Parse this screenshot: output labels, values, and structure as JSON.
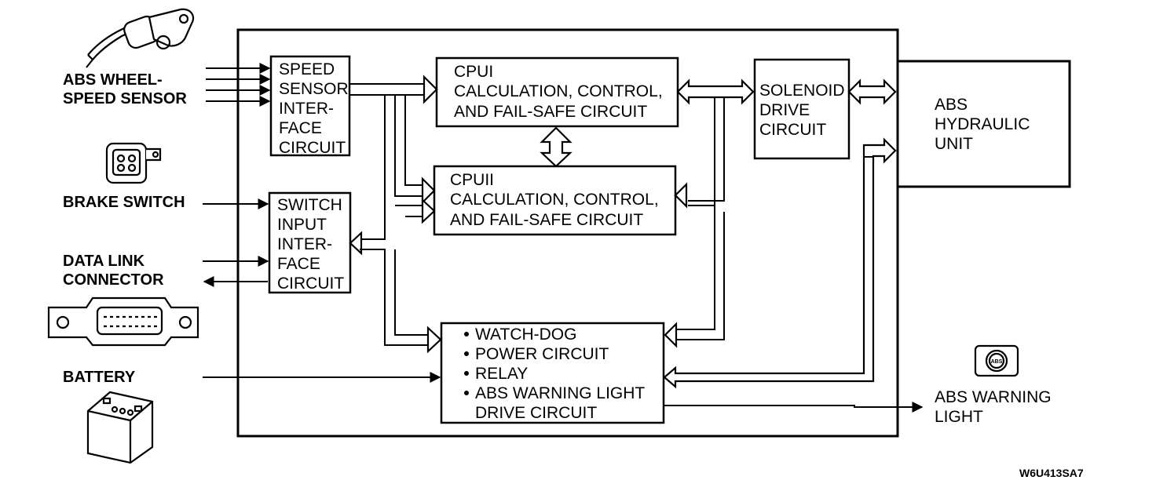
{
  "external": {
    "wheel_sensor": [
      "ABS WHEEL-",
      "SPEED SENSOR"
    ],
    "brake_switch": "BRAKE SWITCH",
    "data_link": [
      "DATA LINK",
      "CONNECTOR"
    ],
    "battery": "BATTERY",
    "hydraulic_unit": [
      "ABS",
      "HYDRAULIC",
      "UNIT"
    ],
    "warning_light": [
      "ABS WARNING",
      "LIGHT"
    ],
    "warning_light_badge": "ABS"
  },
  "blocks": {
    "speed_sensor_if": [
      "SPEED",
      "SENSOR",
      "INTER-",
      "FACE",
      "CIRCUIT"
    ],
    "switch_input_if": [
      "SWITCH",
      "INPUT",
      "INTER-",
      "FACE",
      "CIRCUIT"
    ],
    "cpu1": [
      "CPUI",
      "CALCULATION, CONTROL,",
      "AND FAIL-SAFE CIRCUIT"
    ],
    "cpu2": [
      "CPUII",
      "CALCULATION, CONTROL,",
      "AND FAIL-SAFE CIRCUIT"
    ],
    "solenoid": [
      "SOLENOID",
      "DRIVE",
      "CIRCUIT"
    ],
    "power_items": [
      "WATCH-DOG",
      "POWER CIRCUIT",
      "RELAY",
      "ABS WARNING LIGHT",
      "DRIVE CIRCUIT"
    ]
  },
  "figure_code": "W6U413SA7"
}
